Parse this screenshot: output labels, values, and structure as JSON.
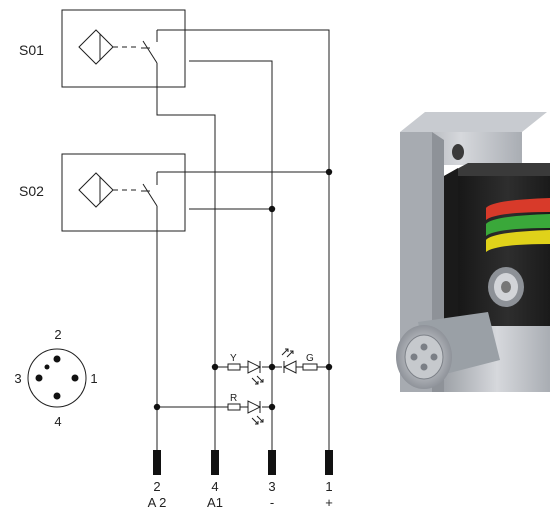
{
  "sensors": [
    {
      "id": "S01",
      "type": "inductive-proximity-switch"
    },
    {
      "id": "S02",
      "type": "inductive-proximity-switch"
    }
  ],
  "leds": [
    {
      "label": "Y",
      "color": "#e8d200"
    },
    {
      "label": "G",
      "color": "#34b034"
    },
    {
      "label": "R",
      "color": "#d62020"
    }
  ],
  "connector": {
    "pins": [
      {
        "label": "1"
      },
      {
        "label": "2"
      },
      {
        "label": "3"
      },
      {
        "label": "4"
      }
    ]
  },
  "terminals": [
    {
      "pin": "2",
      "signal": "A 2"
    },
    {
      "pin": "4",
      "signal": "A1"
    },
    {
      "pin": "3",
      "signal": "-"
    },
    {
      "pin": "1",
      "signal": "+"
    }
  ],
  "device_image": {
    "indicator_colors": [
      "#d83a2a",
      "#3aa83a",
      "#e0d21a"
    ],
    "body_color": "#b9bcc2",
    "housing_color": "#2a2a2a"
  }
}
